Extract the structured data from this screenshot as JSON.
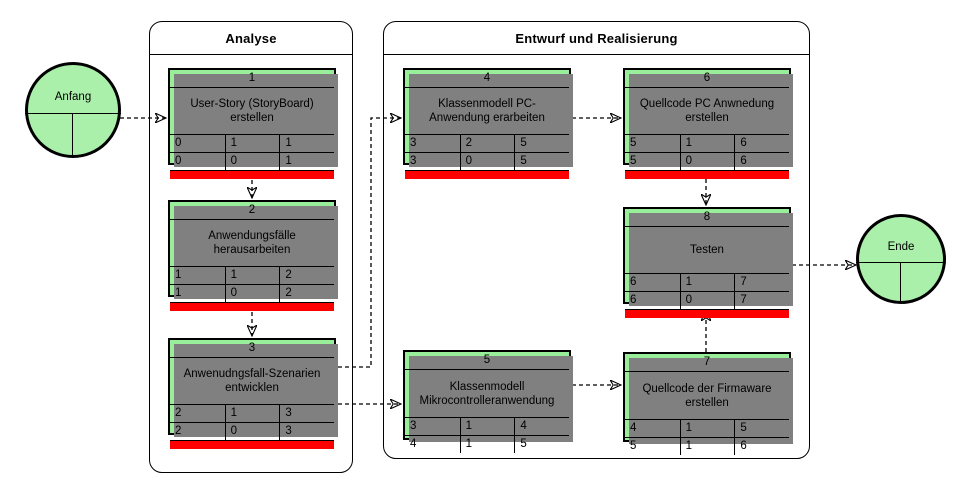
{
  "diagram": {
    "title_hidden": "",
    "colors": {
      "node_fill": "#99ee99",
      "node_border": "#000000",
      "status_bar": "#ff0000",
      "shadow": "#808080",
      "terminator_fill": "#aaf0aa",
      "background": "#ffffff"
    }
  },
  "terminators": [
    {
      "id": "anfang",
      "label": "Anfang"
    },
    {
      "id": "ende",
      "label": "Ende"
    }
  ],
  "lanes": [
    {
      "id": "analyse",
      "title": "Analyse"
    },
    {
      "id": "entwurf",
      "title": "Entwurf und Realisierung"
    }
  ],
  "nodes": [
    {
      "id": "1",
      "number": "1",
      "title": "User-Story (StoryBoard) erstellen",
      "row_top": [
        "0",
        "1",
        "1"
      ],
      "row_bottom": [
        "0",
        "0",
        "1"
      ],
      "status_bar": true
    },
    {
      "id": "2",
      "number": "2",
      "title": "Anwendungsfälle herausarbeiten",
      "row_top": [
        "1",
        "1",
        "2"
      ],
      "row_bottom": [
        "1",
        "0",
        "2"
      ],
      "status_bar": true
    },
    {
      "id": "3",
      "number": "3",
      "title": "Anwenudngsfall-Szenarien entwicklen",
      "row_top": [
        "2",
        "1",
        "3"
      ],
      "row_bottom": [
        "2",
        "0",
        "3"
      ],
      "status_bar": true
    },
    {
      "id": "4",
      "number": "4",
      "title": "Klassenmodell PC-Anwendung erarbeiten",
      "row_top": [
        "3",
        "2",
        "5"
      ],
      "row_bottom": [
        "3",
        "0",
        "5"
      ],
      "status_bar": true
    },
    {
      "id": "5",
      "number": "5",
      "title": "Klassenmodell Mikrocontrolleranwendung",
      "row_top": [
        "3",
        "1",
        "4"
      ],
      "row_bottom": [
        "4",
        "1",
        "5"
      ],
      "status_bar": false
    },
    {
      "id": "6",
      "number": "6",
      "title": "Quellcode PC Anwnedung erstellen",
      "row_top": [
        "5",
        "1",
        "6"
      ],
      "row_bottom": [
        "5",
        "0",
        "6"
      ],
      "status_bar": true
    },
    {
      "id": "7",
      "number": "7",
      "title": "Quellcode der Firmaware erstellen",
      "row_top": [
        "4",
        "1",
        "5"
      ],
      "row_bottom": [
        "5",
        "1",
        "6"
      ],
      "status_bar": false
    },
    {
      "id": "8",
      "number": "8",
      "title": "Testen",
      "row_top": [
        "6",
        "1",
        "7"
      ],
      "row_bottom": [
        "6",
        "0",
        "7"
      ],
      "status_bar": true
    }
  ]
}
